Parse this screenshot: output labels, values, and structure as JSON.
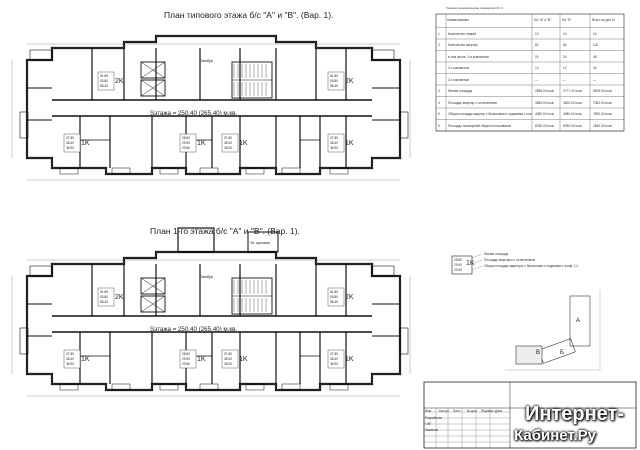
{
  "plans": [
    {
      "title": "План типового этажа б/с \"А\" и \"В\". (Вар. 1).",
      "area_text": "Sэтажа = 250.40 (265.40) м.кв.",
      "lobby_label": "Тамбур",
      "apartments": [
        {
          "type": "2K",
          "areas": [
            "51.80",
            "53.80",
            "56.40"
          ]
        },
        {
          "type": "2K",
          "areas": [
            "51.80",
            "53.80",
            "56.40"
          ]
        },
        {
          "type": "1K",
          "areas": [
            "37.80",
            "38.40",
            "38.90"
          ]
        },
        {
          "type": "1K",
          "areas": [
            "28.80",
            "29.60",
            "29.80"
          ]
        },
        {
          "type": "1K",
          "areas": [
            "37.80",
            "38.40",
            "38.90"
          ]
        },
        {
          "type": "1K",
          "areas": [
            "37.80",
            "38.40",
            "38.90"
          ]
        }
      ]
    },
    {
      "title": "План 1-го этажа б/с \"А\" и \"В\". (Вар. 1).",
      "area_text": "Sэтажа = 250.40 (265.40) м.кв.",
      "lobby_label": "Тамбур",
      "extra_label": "Эл. щитовая",
      "apartments": [
        {
          "type": "2K",
          "areas": [
            "51.80",
            "53.80",
            "56.40"
          ]
        },
        {
          "type": "2K",
          "areas": [
            "51.80",
            "53.80",
            "56.40"
          ]
        },
        {
          "type": "1K",
          "areas": [
            "37.80",
            "38.40",
            "38.90"
          ]
        },
        {
          "type": "1K",
          "areas": [
            "28.80",
            "29.60",
            "29.80"
          ]
        },
        {
          "type": "1K",
          "areas": [
            "37.80",
            "38.40",
            "38.90"
          ]
        },
        {
          "type": "1K",
          "areas": [
            "37.80",
            "38.40",
            "38.90"
          ]
        }
      ]
    }
  ],
  "table": {
    "caption": "Технико-экономические показатели б/с 4",
    "headers": [
      "Наименование",
      "б/с \"А\" и \"В\"",
      "б/с \"Б\"",
      "Всего на д/м 14"
    ],
    "rows": [
      [
        "1",
        "Количество этажей",
        "10",
        "10",
        "10"
      ],
      [
        "2",
        "Количество квартир",
        "60",
        "60",
        "120"
      ],
      [
        "",
        "в том числе: 1-я комнатные",
        "24",
        "24",
        "48"
      ],
      [
        "",
        "2-х комнатные",
        "12",
        "12",
        "24"
      ],
      [
        "",
        "3-х комнатные",
        "—",
        "—",
        "—"
      ],
      [
        "3",
        "Жилая площадь",
        "2556.00 м.кв.",
        "2777.47 м.кв.",
        "5878.00 м.кв."
      ],
      [
        "4",
        "Площадь квартир с остеклением",
        "3580.00 м.кв.",
        "3820.00 м.кв.",
        "7052.00 м.кв."
      ],
      [
        "5",
        "Общая площадь квартир с балконами и лоджиями с коэф. 1.0",
        "4080.00 м.кв.",
        "4080.00 м.кв.",
        "7890.00 м.кв."
      ],
      [
        "6",
        "Площадь помещений общего пользования",
        "8780.00 м.кв.",
        "8780.00 м.кв.",
        "2840.00 м.кв."
      ]
    ]
  },
  "legend": {
    "title": "Жилая площадь",
    "type": "1K",
    "areas": [
      "28.80",
      "29.60",
      "29.80"
    ],
    "lines": [
      "Жилая площадь",
      "Площадь квартиры с остеклением",
      "Общая площадь квартиры с балконами и лоджиями с коэф. 1.0"
    ]
  },
  "site_labels": [
    "А",
    "Б",
    "В"
  ],
  "stamp": {
    "rows": [
      "Изм.",
      "Кол.уч",
      "Лист",
      "№ док.",
      "Подпись",
      "Дата"
    ],
    "role_labels": [
      "Разработал",
      "ГИП",
      "Заказчик"
    ]
  },
  "watermark": {
    "line1": "Интернет-",
    "line2": "Кабинет.Ру"
  }
}
